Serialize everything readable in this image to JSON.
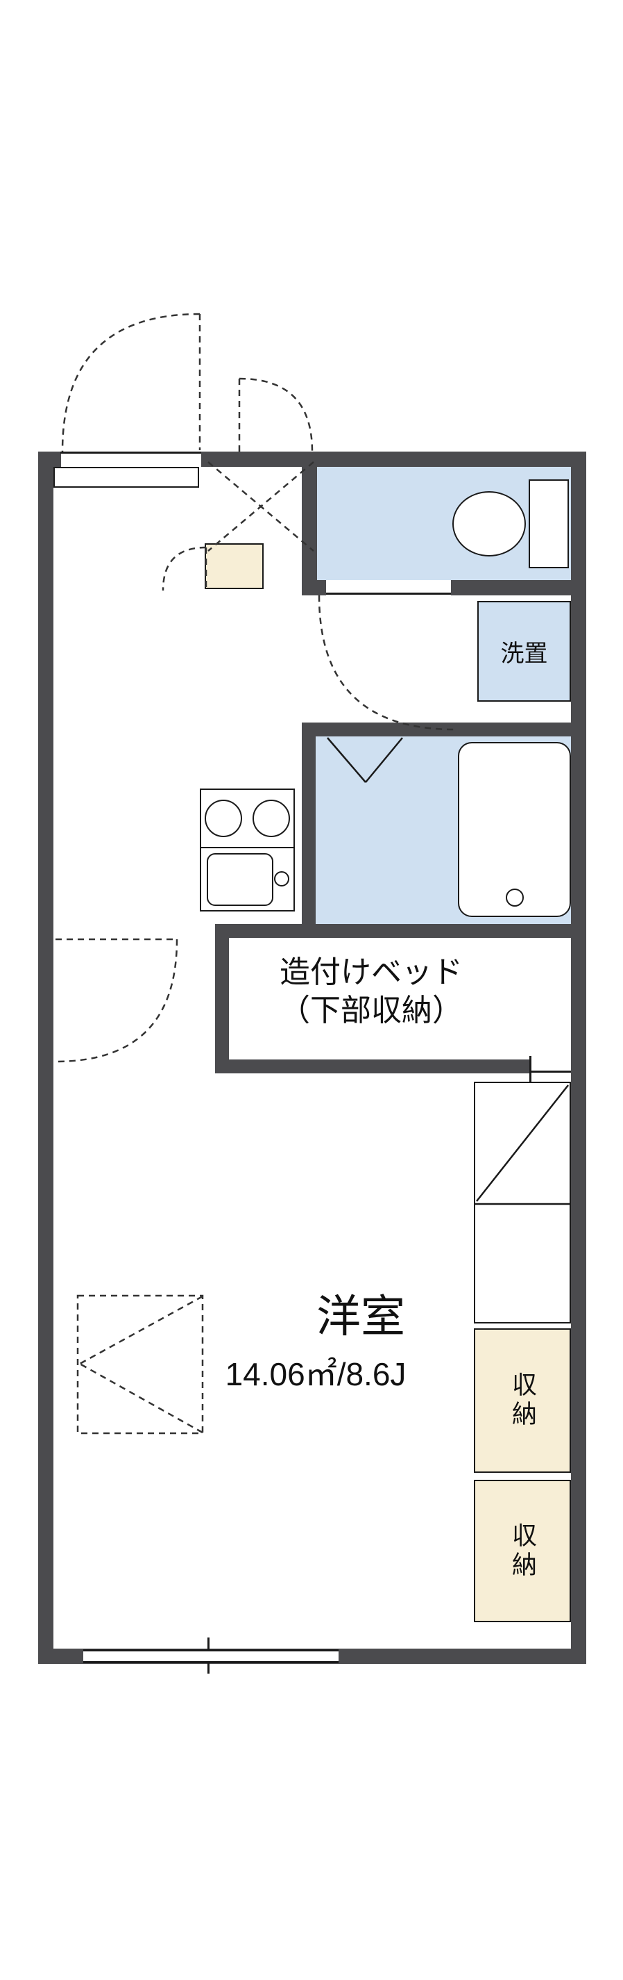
{
  "floorplan": {
    "labels": {
      "washer": "洗置",
      "bed_line1": "造付けベッド",
      "bed_line2": "（下部収納）",
      "room_name": "洋室",
      "room_size": "14.06㎡/8.6J",
      "storage_upper": "収納",
      "storage_lower": "収納"
    },
    "colors": {
      "wall": "#4b4b4e",
      "water_area": "#cfe0f1",
      "tatami_accent": "#f7eed6",
      "line": "#1a1a1a",
      "background": "#ffffff"
    }
  }
}
